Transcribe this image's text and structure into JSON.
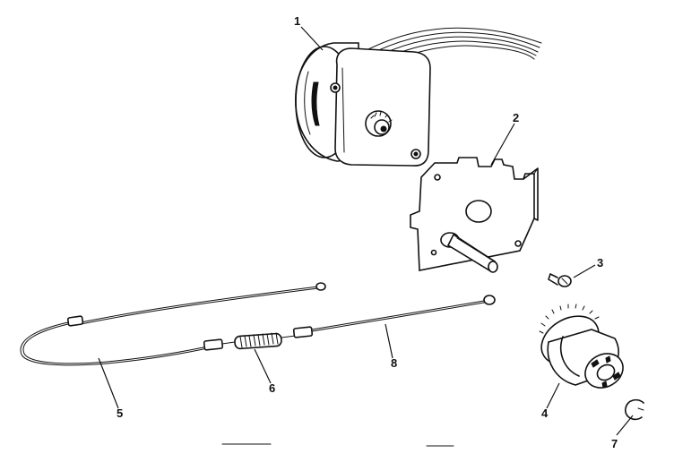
{
  "parts": [
    {
      "id": "motor",
      "callout": "1",
      "icon": "stepper-motor-icon"
    },
    {
      "id": "bracket",
      "callout": "2",
      "icon": "mounting-bracket-icon"
    },
    {
      "id": "screw",
      "callout": "3",
      "icon": "screw-icon"
    },
    {
      "id": "pulley",
      "callout": "4",
      "icon": "drive-pulley-icon"
    },
    {
      "id": "cable-left",
      "callout": "5",
      "icon": "cable-icon"
    },
    {
      "id": "spring",
      "callout": "6",
      "icon": "tension-spring-icon"
    },
    {
      "id": "e-ring",
      "callout": "7",
      "icon": "e-ring-icon"
    },
    {
      "id": "cable-right",
      "callout": "8",
      "icon": "cable-icon"
    }
  ]
}
